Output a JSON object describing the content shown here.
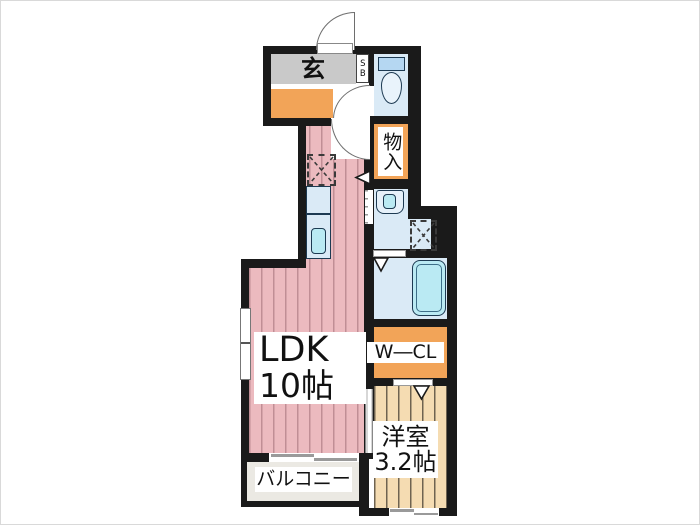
{
  "rooms": {
    "entrance": {
      "label": "玄"
    },
    "shoe_box": {
      "label": "SB"
    },
    "storage": {
      "label": "物入"
    },
    "walk_in_closet": {
      "label": "W―CL"
    },
    "ldk": {
      "label": "LDK",
      "size": "10帖"
    },
    "western_room": {
      "label": "洋室",
      "size": "3.2帖"
    },
    "balcony": {
      "label": "バルコニー"
    }
  },
  "colors": {
    "wall": "#1a1a1a",
    "band": "#ffffff",
    "text": "#111111",
    "entry_gray": "#c9c9c9",
    "orange": "#f2a458",
    "water_blue": "#daeaf6",
    "fixture_cyan": "#baeaf3",
    "toilet_tank_blue": "#b5d7f2",
    "toilet_bowl_blue": "#e9f3fb",
    "ldk_floor": "#ecbabf",
    "ldk_line": "#c08e95",
    "west_floor": "#f5dcb2",
    "west_line": "#6f6350",
    "balcony_gray": "#ebe9e3",
    "window_gray": "#9a9a9a",
    "door_line": "#6e6e6e",
    "fixture_border": "#1d3a52"
  }
}
